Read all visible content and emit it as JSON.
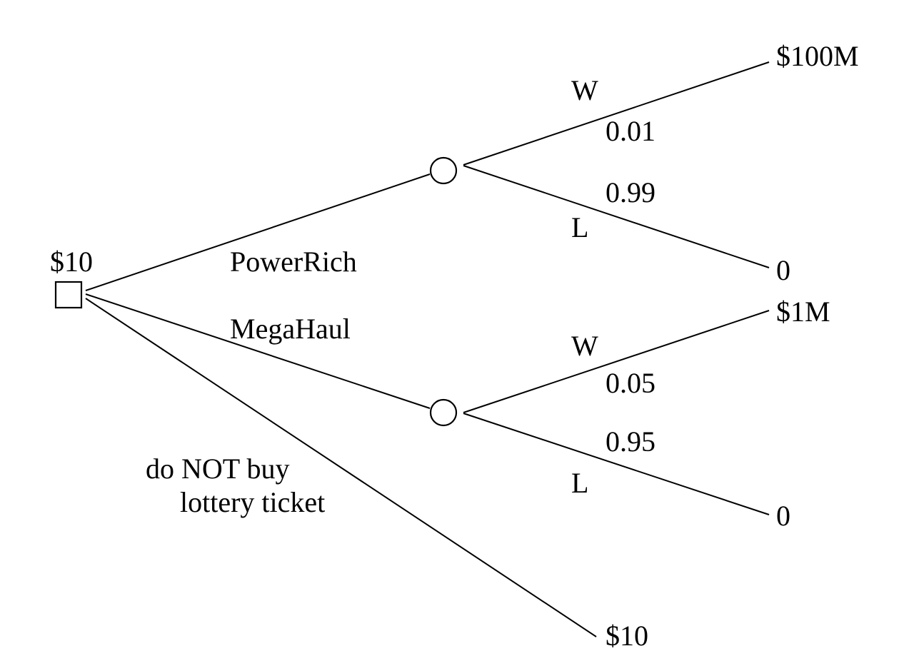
{
  "decision_node": {
    "label": "$10"
  },
  "branches": {
    "powerrich": {
      "label": "PowerRich",
      "win": {
        "label": "W",
        "probability": "0.01",
        "payoff": "$100M"
      },
      "lose": {
        "label": "L",
        "probability": "0.99",
        "payoff": "0"
      }
    },
    "megahaul": {
      "label": "MegaHaul",
      "win": {
        "label": "W",
        "probability": "0.05",
        "payoff": "$1M"
      },
      "lose": {
        "label": "L",
        "probability": "0.95",
        "payoff": "0"
      }
    },
    "no_buy": {
      "label_line1": "do NOT buy",
      "label_line2": "lottery ticket",
      "payoff": "$10"
    }
  }
}
